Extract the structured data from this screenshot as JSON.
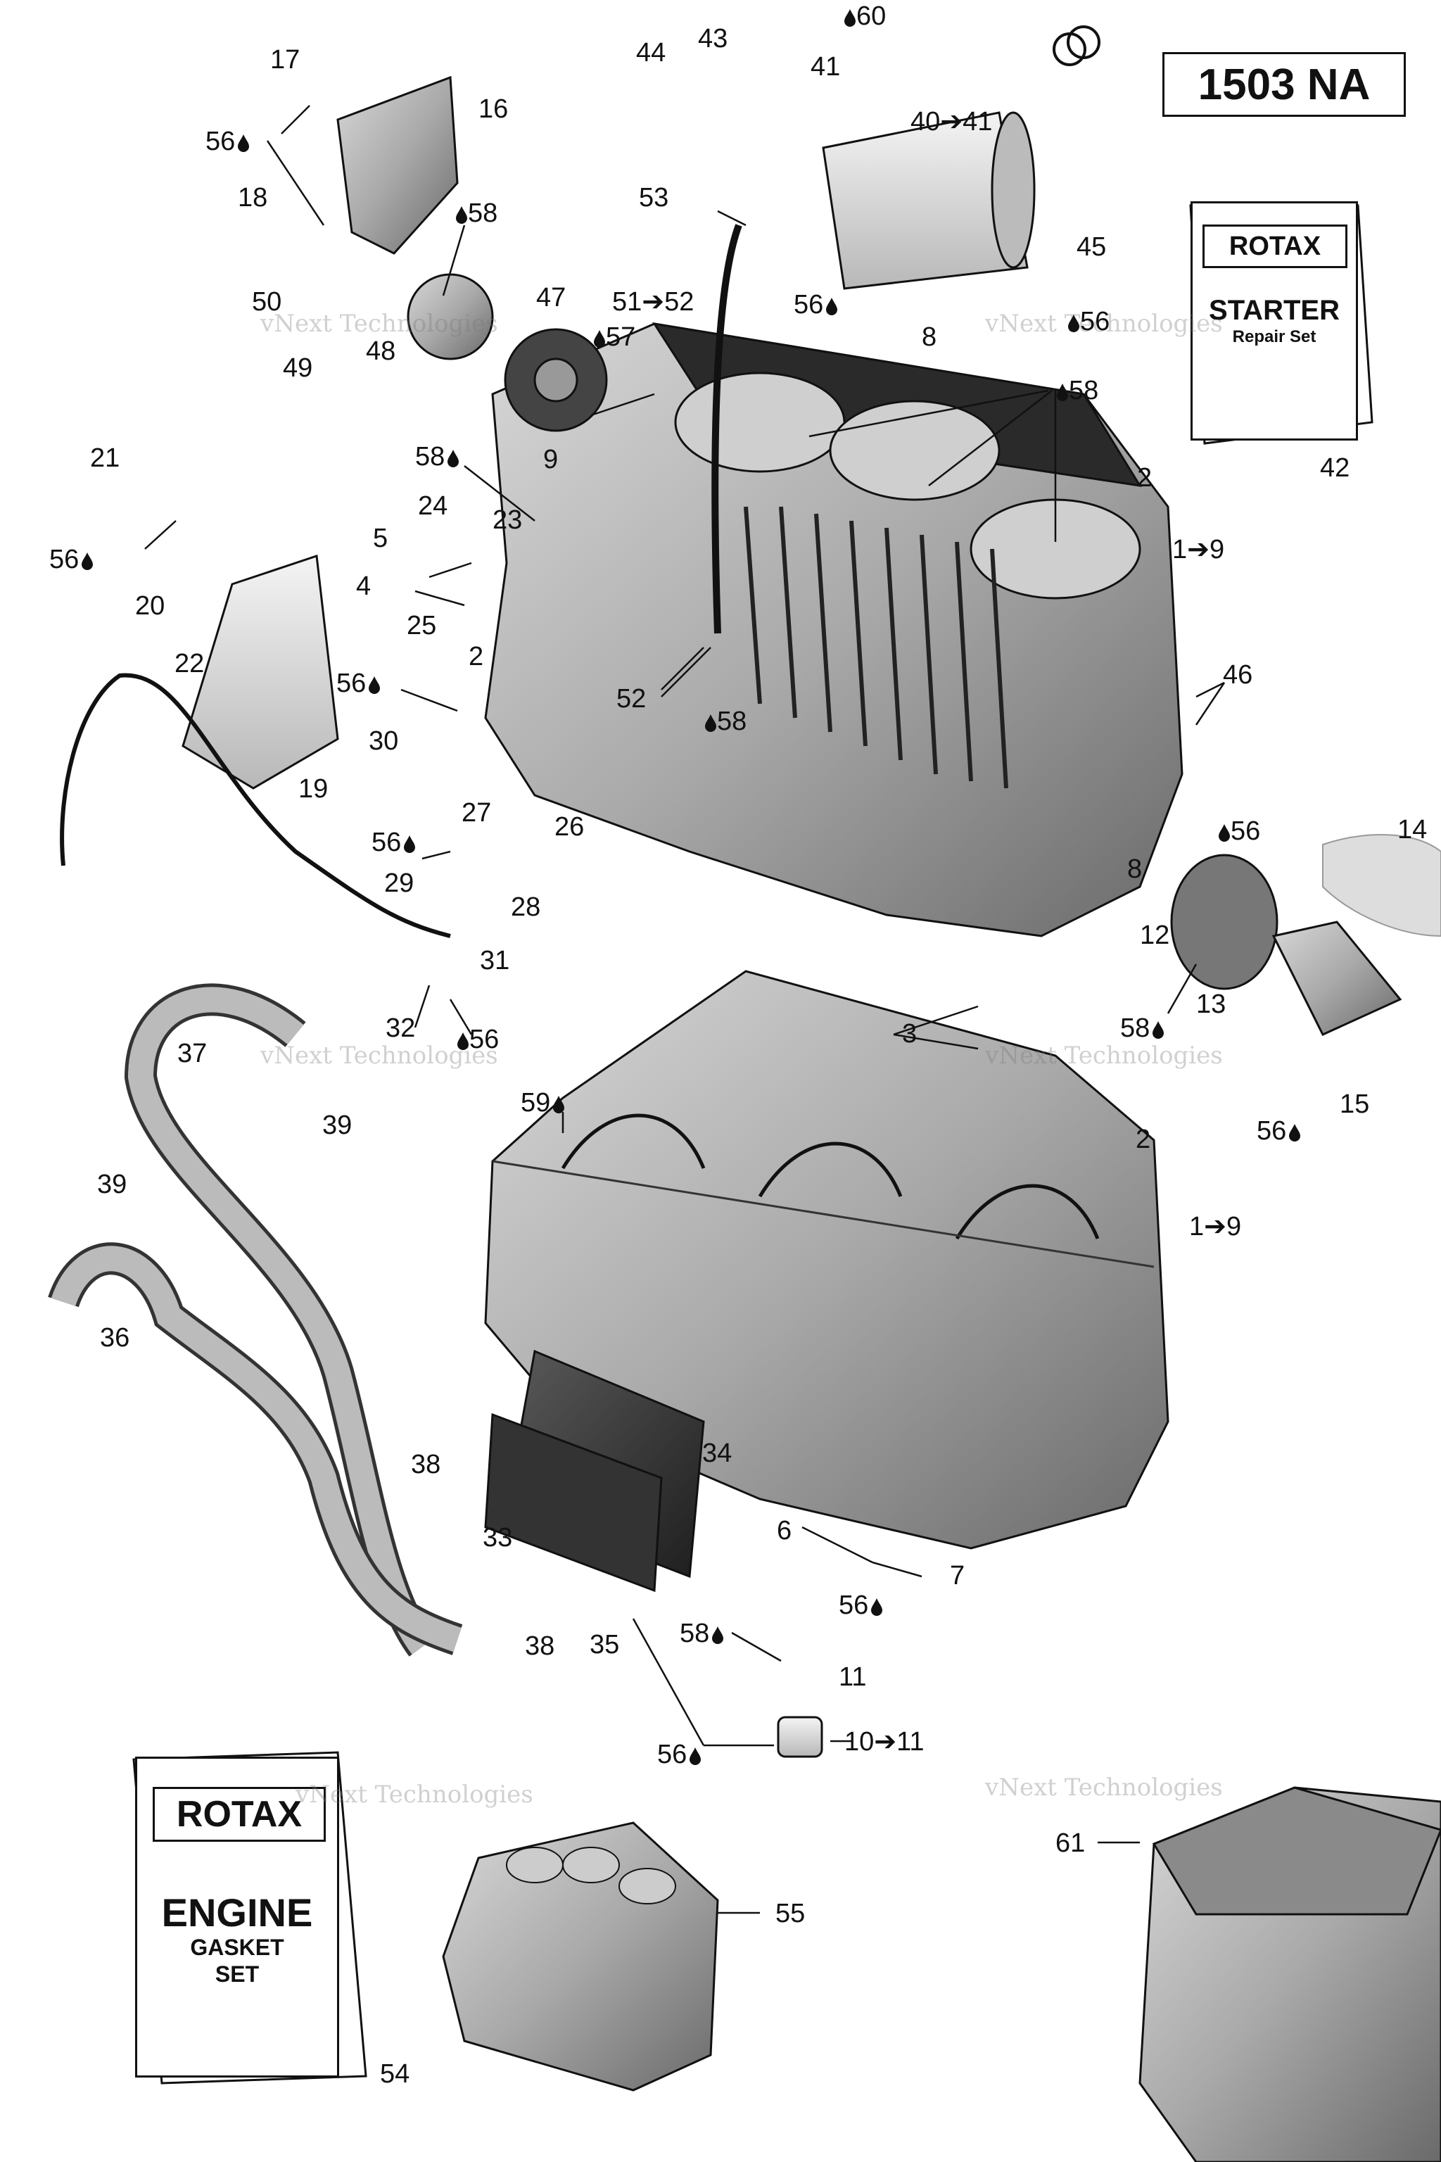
{
  "diagram_code": "1503 NA",
  "starter_kit": {
    "brand": "ROTAX",
    "line1": "STARTER",
    "line2": "Repair Set"
  },
  "engine_kit": {
    "brand": "ROTAX",
    "line1": "ENGINE",
    "line2": "GASKET",
    "line3": "SET"
  },
  "watermark": {
    "line1": "vNext Technologies",
    "line2": "Technologies"
  },
  "callouts": [
    {
      "id": "c17",
      "text": "17"
    },
    {
      "id": "c16",
      "text": "16"
    },
    {
      "id": "c56a",
      "text": "56",
      "drop": true
    },
    {
      "id": "c18",
      "text": "18"
    },
    {
      "id": "c58a",
      "text": "58",
      "drop": true,
      "drop_before": true
    },
    {
      "id": "c50",
      "text": "50"
    },
    {
      "id": "c49",
      "text": "49"
    },
    {
      "id": "c48",
      "text": "48"
    },
    {
      "id": "c47",
      "text": "47"
    },
    {
      "id": "c57",
      "text": "57",
      "drop": true,
      "drop_before": true
    },
    {
      "id": "c9",
      "text": "9"
    },
    {
      "id": "c44",
      "text": "44"
    },
    {
      "id": "c43",
      "text": "43"
    },
    {
      "id": "c60",
      "text": "60",
      "drop": true,
      "drop_before": true
    },
    {
      "id": "c41",
      "text": "41"
    },
    {
      "id": "c40",
      "text": "40➔41"
    },
    {
      "id": "c53",
      "text": "53"
    },
    {
      "id": "c45",
      "text": "45"
    },
    {
      "id": "c51",
      "text": "51➔52"
    },
    {
      "id": "c56b",
      "text": "56",
      "drop": true
    },
    {
      "id": "c8a",
      "text": "8"
    },
    {
      "id": "c56c",
      "text": "56",
      "drop": true,
      "drop_before": true
    },
    {
      "id": "c58b",
      "text": "58",
      "drop": true,
      "drop_before": true
    },
    {
      "id": "c42",
      "text": "42"
    },
    {
      "id": "c21",
      "text": "21"
    },
    {
      "id": "c58c",
      "text": "58",
      "drop": true
    },
    {
      "id": "c24",
      "text": "24"
    },
    {
      "id": "c23",
      "text": "23"
    },
    {
      "id": "c5",
      "text": "5"
    },
    {
      "id": "c56d",
      "text": "56",
      "drop": true
    },
    {
      "id": "c4",
      "text": "4"
    },
    {
      "id": "c20",
      "text": "20"
    },
    {
      "id": "c25",
      "text": "25"
    },
    {
      "id": "c2a",
      "text": "2"
    },
    {
      "id": "c2b",
      "text": "2"
    },
    {
      "id": "c19to9",
      "text": "1➔9"
    },
    {
      "id": "c22",
      "text": "22"
    },
    {
      "id": "c56e",
      "text": "56",
      "drop": true
    },
    {
      "id": "c52",
      "text": "52"
    },
    {
      "id": "c58d",
      "text": "58",
      "drop": true,
      "drop_before": true
    },
    {
      "id": "c46",
      "text": "46"
    },
    {
      "id": "c30",
      "text": "30"
    },
    {
      "id": "c19",
      "text": "19"
    },
    {
      "id": "c27",
      "text": "27"
    },
    {
      "id": "c26",
      "text": "26"
    },
    {
      "id": "c56f",
      "text": "56",
      "drop": true
    },
    {
      "id": "c29",
      "text": "29"
    },
    {
      "id": "c28",
      "text": "28"
    },
    {
      "id": "c8b",
      "text": "8"
    },
    {
      "id": "c56g",
      "text": "56",
      "drop": true,
      "drop_before": true
    },
    {
      "id": "c14",
      "text": "14"
    },
    {
      "id": "c12",
      "text": "12"
    },
    {
      "id": "c13",
      "text": "13"
    },
    {
      "id": "c31",
      "text": "31"
    },
    {
      "id": "c32",
      "text": "32"
    },
    {
      "id": "c56h",
      "text": "56",
      "drop": true,
      "drop_before": true
    },
    {
      "id": "c37",
      "text": "37"
    },
    {
      "id": "c3",
      "text": "3"
    },
    {
      "id": "c58e",
      "text": "58",
      "drop": true
    },
    {
      "id": "c39a",
      "text": "39"
    },
    {
      "id": "c59",
      "text": "59",
      "drop": true
    },
    {
      "id": "c15",
      "text": "15"
    },
    {
      "id": "c56i",
      "text": "56",
      "drop": true
    },
    {
      "id": "c2c",
      "text": "2"
    },
    {
      "id": "c39b",
      "text": "39"
    },
    {
      "id": "c19to9b",
      "text": "1➔9"
    },
    {
      "id": "c36",
      "text": "36"
    },
    {
      "id": "c34",
      "text": "34"
    },
    {
      "id": "c38a",
      "text": "38"
    },
    {
      "id": "c6",
      "text": "6"
    },
    {
      "id": "c7",
      "text": "7"
    },
    {
      "id": "c33",
      "text": "33"
    },
    {
      "id": "c56j",
      "text": "56",
      "drop": true
    },
    {
      "id": "c58f",
      "text": "58",
      "drop": true
    },
    {
      "id": "c35",
      "text": "35"
    },
    {
      "id": "c38b",
      "text": "38"
    },
    {
      "id": "c11",
      "text": "11"
    },
    {
      "id": "c56k",
      "text": "56",
      "drop": true
    },
    {
      "id": "c10",
      "text": "10➔11"
    },
    {
      "id": "c61",
      "text": "61"
    },
    {
      "id": "c55",
      "text": "55"
    },
    {
      "id": "c54",
      "text": "54"
    }
  ]
}
